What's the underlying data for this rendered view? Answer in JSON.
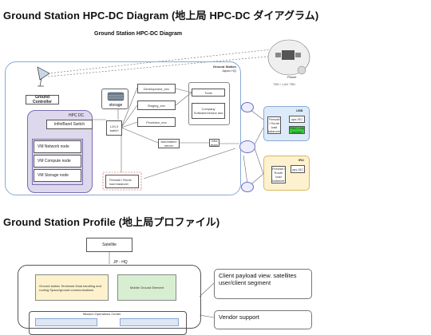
{
  "doc": {
    "title1": "Ground Station HPC-DC Diagram (地上局 HPC-DC ダイアグラム)",
    "title2": "Ground Station Profile (地上局プロファイル)"
  },
  "diagram1": {
    "inner_title": "Ground Station HPC-DC Diagram",
    "gs_label": "Ground Station",
    "gs_sublabel": "Japan HQ",
    "ground_controller": "Ground Controller",
    "storage": "storage",
    "hpc_dc": "HPC DC",
    "infiniband": "InfiniBand Switch",
    "vm_network": "VM Network node",
    "vm_compute": "VM Compute node",
    "vm_storage": "VM Storage node",
    "l2l3": "L2/L3 switch",
    "dev_env": "Development_env",
    "staging_env": "Staging_env",
    "prod_env": "Prodction_env",
    "tools": "Tools",
    "company_sw": "Company Software/vendor ass",
    "automation": "Automation server",
    "infra": "Infra team",
    "firewall": "Firewall / Route load balancer",
    "usb_label": "USB",
    "usb_firewall": "Firewall / Route load balancer",
    "usb_node1": "ops-ISC",
    "usb_node2": "ISAC Link service",
    "iru_label": "IRU",
    "iru_firewall": "Firewall / Route load balancer",
    "iru_node": "ops-ISC",
    "planet_label": "Planet",
    "sat_note": "TBD / LAN TBD"
  },
  "diagram2": {
    "satellite": "Satellite",
    "jp_label": "JP - HQ",
    "gs_terminals": "Ground station Terminals Data handling and routing Space/ground communications",
    "mobile_ge": "Mobile Ground Element",
    "moc": "Mission Operations Center",
    "client_note": "Client payload view. satellites user/client segment",
    "vendor_note": "Vendor support"
  },
  "colors": {
    "hpc_fill": "#ded8ec",
    "hpc_border": "#7b6bb0",
    "gs_border": "#8aa9d6",
    "usb_fill": "#dceafa",
    "iru_fill": "#fdf1cf",
    "green": "#33cc33",
    "yellow_box": "#fdf2cc",
    "green_box": "#d8eed0"
  }
}
